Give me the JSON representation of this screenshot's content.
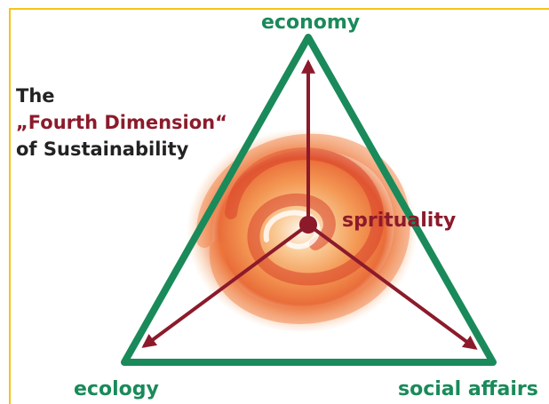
{
  "title": {
    "line1": "The",
    "line2": "„Fourth Dimension“",
    "line3": "of Sustainability"
  },
  "vertices": {
    "top": "economy",
    "bottom_left": "ecology",
    "bottom_right": "social affairs"
  },
  "center": "sprituality",
  "colors": {
    "triangle": "#1a8a5a",
    "arrows": "#8c1a2b",
    "title_accent": "#8c1a2b",
    "frame": "#f5c518",
    "swirl": "#f08a3c"
  }
}
